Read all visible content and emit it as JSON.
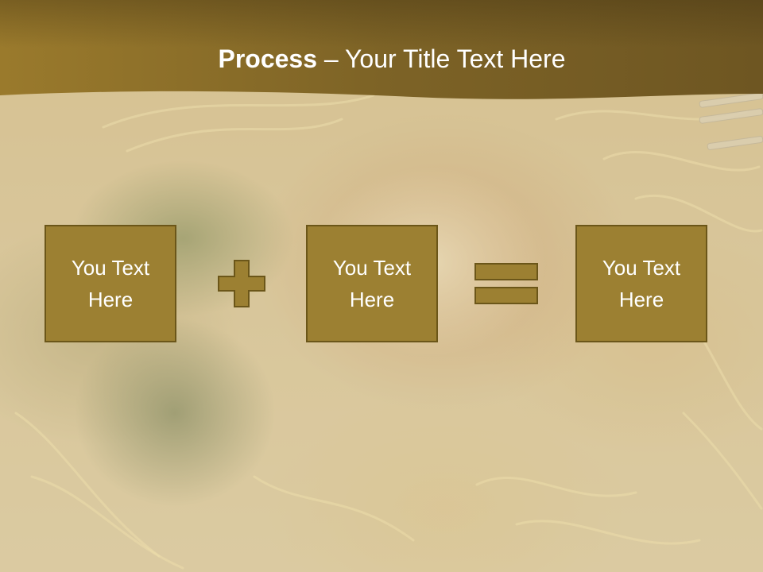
{
  "slide": {
    "title_bold": "Process",
    "title_rest": " – Your Title Text Here",
    "background_image": "pasta-photo",
    "colors": {
      "title_band": "#7f6525",
      "box_fill": "#9c8032",
      "box_border": "#6b5619",
      "text": "#ffffff"
    }
  },
  "process": {
    "boxes": [
      {
        "line1": "You Text",
        "line2": "Here"
      },
      {
        "line1": "You Text",
        "line2": "Here"
      },
      {
        "line1": "You Text",
        "line2": "Here"
      }
    ],
    "operators": [
      "plus-icon",
      "equals-icon"
    ]
  }
}
